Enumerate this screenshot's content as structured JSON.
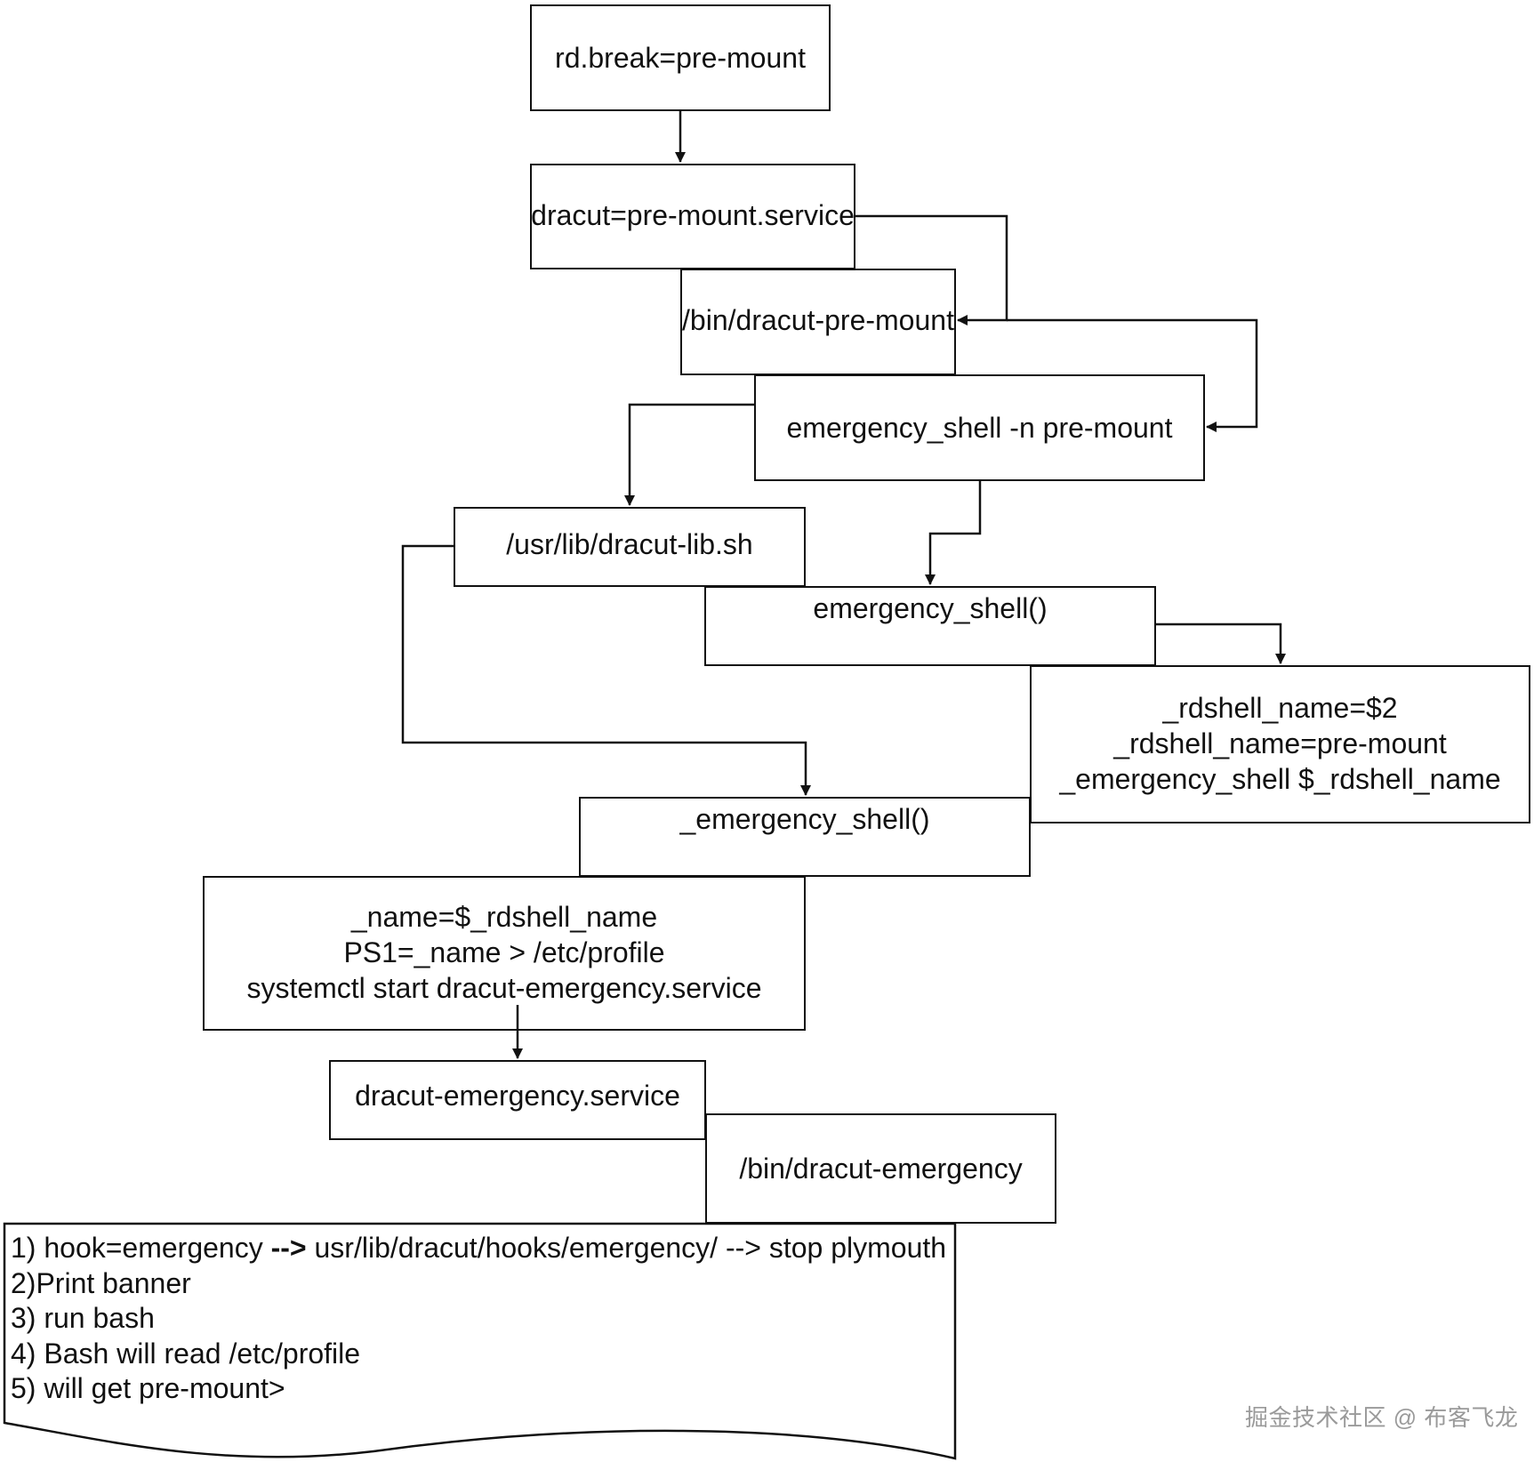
{
  "boxes": {
    "rd_break": [
      "rd.break=pre-mount"
    ],
    "dracut_service": [
      "dracut=pre-mount.service"
    ],
    "bin_pre_mount": [
      "/bin/dracut-pre-mount"
    ],
    "emergency_shell_cmd": [
      "emergency_shell -n pre-mount"
    ],
    "dracut_lib": [
      "/usr/lib/dracut-lib.sh"
    ],
    "emergency_shell_fn": [
      "emergency_shell()"
    ],
    "rdshell_vars": [
      "_rdshell_name=$2",
      "_rdshell_name=pre-mount",
      "_emergency_shell $_rdshell_name"
    ],
    "private_emergency_shell": [
      "_emergency_shell()"
    ],
    "name_block": [
      "_name=$_rdshell_name",
      "PS1=_name > /etc/profile",
      "systemctl start dracut-emergency.service"
    ],
    "emergency_service": [
      "dracut-emergency.service"
    ],
    "bin_emergency": [
      "/bin/dracut-emergency"
    ]
  },
  "steps": {
    "step1": {
      "a": "1) hook=emergency ",
      "arrow": "-->",
      "b": " usr/lib/dracut/hooks/emergency/ --> stop plymouth"
    },
    "step2": "2)Print banner",
    "step3": "3) run bash",
    "step4": "4) Bash will read /etc/profile",
    "step5": "5) will get  pre-mount>"
  },
  "watermark": "掘金技术社区 @ 布客飞龙"
}
